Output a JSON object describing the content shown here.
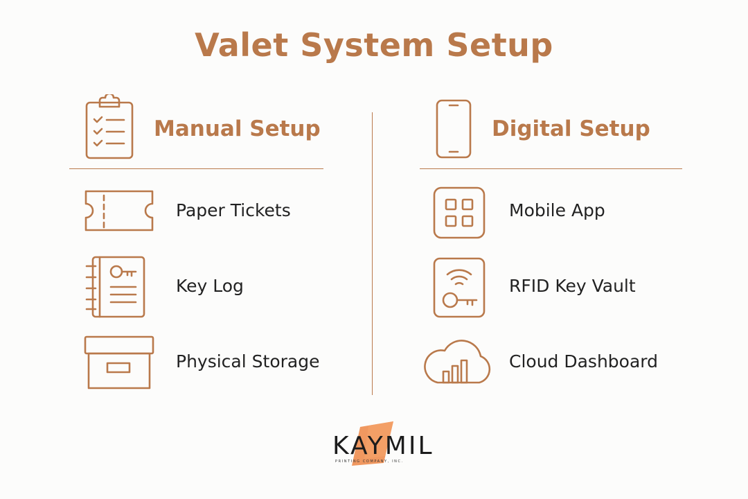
{
  "title": "Valet System Setup",
  "colors": {
    "accent": "#b9794b",
    "text": "#222222",
    "logo_orange": "#ef8f52"
  },
  "manual": {
    "heading": "Manual Setup",
    "icon": "clipboard-checklist-icon",
    "items": [
      {
        "label": "Paper Tickets",
        "icon": "ticket-icon"
      },
      {
        "label": "Key Log",
        "icon": "key-logbook-icon"
      },
      {
        "label": "Physical Storage",
        "icon": "storage-box-icon"
      }
    ]
  },
  "digital": {
    "heading": "Digital Setup",
    "icon": "smartphone-icon",
    "items": [
      {
        "label": "Mobile App",
        "icon": "app-grid-icon"
      },
      {
        "label": "RFID Key Vault",
        "icon": "rfid-key-icon"
      },
      {
        "label": "Cloud Dashboard",
        "icon": "cloud-chart-icon"
      }
    ]
  },
  "logo": {
    "word": "KAYMIL",
    "tagline": "PRINTING COMPANY, INC."
  }
}
